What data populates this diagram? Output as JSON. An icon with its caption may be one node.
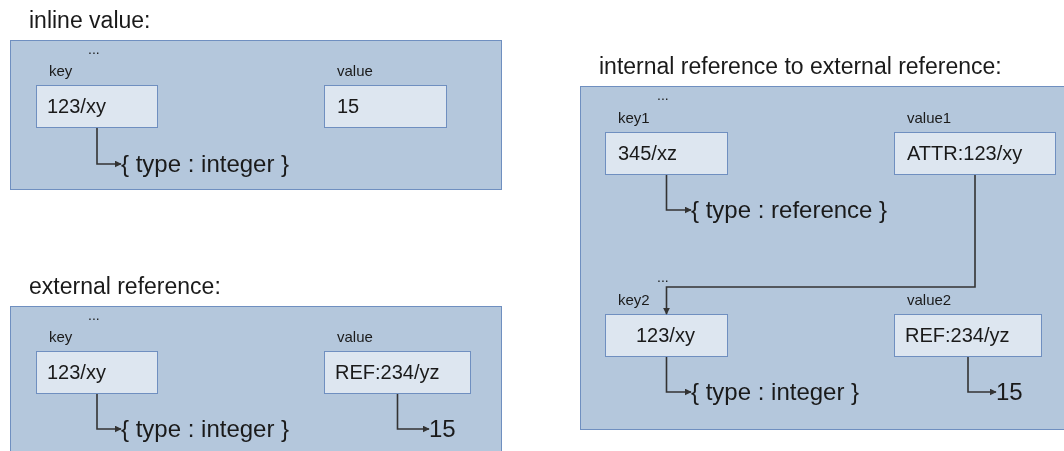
{
  "diagram": {
    "nodes": [
      {
        "text": [
          "inline value:"
        ]
      },
      {
        "text": [
          "key",
          "123/xy"
        ],
        "in": 0
      },
      {
        "text": [
          "value",
          "15"
        ],
        "in": 0
      },
      {
        "text": [
          "{ type : integer }"
        ],
        "in": 0
      },
      {
        "text": [
          "external reference:"
        ]
      },
      {
        "text": [
          "key",
          "123/xy"
        ],
        "in": 4
      },
      {
        "text": [
          "value",
          "REF:234/yz"
        ],
        "in": 4
      },
      {
        "text": [
          "{ type : integer }"
        ],
        "in": 4
      },
      {
        "text": [
          "15"
        ],
        "in": 4
      },
      {
        "text": [
          "internal reference to external reference:"
        ]
      },
      {
        "text": [
          "key1",
          "345/xz"
        ],
        "in": 9
      },
      {
        "text": [
          "value1",
          "ATTR:123/xy"
        ],
        "in": 9
      },
      {
        "text": [
          "{ type : reference }"
        ],
        "in": 9
      },
      {
        "text": [
          "key2",
          "123/xy"
        ],
        "in": 9
      },
      {
        "text": [
          "value2",
          "REF:234/yz"
        ],
        "in": 9
      },
      {
        "text": [
          "{ type : integer }"
        ],
        "in": 9
      },
      {
        "text": [
          "15"
        ],
        "in": 9
      }
    ],
    "edges": [
      {
        "from": 1,
        "to": 3,
        "arrow": "to"
      },
      {
        "from": 5,
        "to": 7,
        "arrow": "to"
      },
      {
        "from": 6,
        "to": 8,
        "arrow": "to"
      },
      {
        "from": 10,
        "to": 12,
        "arrow": "to"
      },
      {
        "from": 11,
        "to": 13,
        "arrow": "to"
      },
      {
        "from": 13,
        "to": 15,
        "arrow": "to"
      },
      {
        "from": 14,
        "to": 16,
        "arrow": "to"
      }
    ],
    "labels": [
      "...",
      "...",
      "...",
      "..."
    ]
  }
}
